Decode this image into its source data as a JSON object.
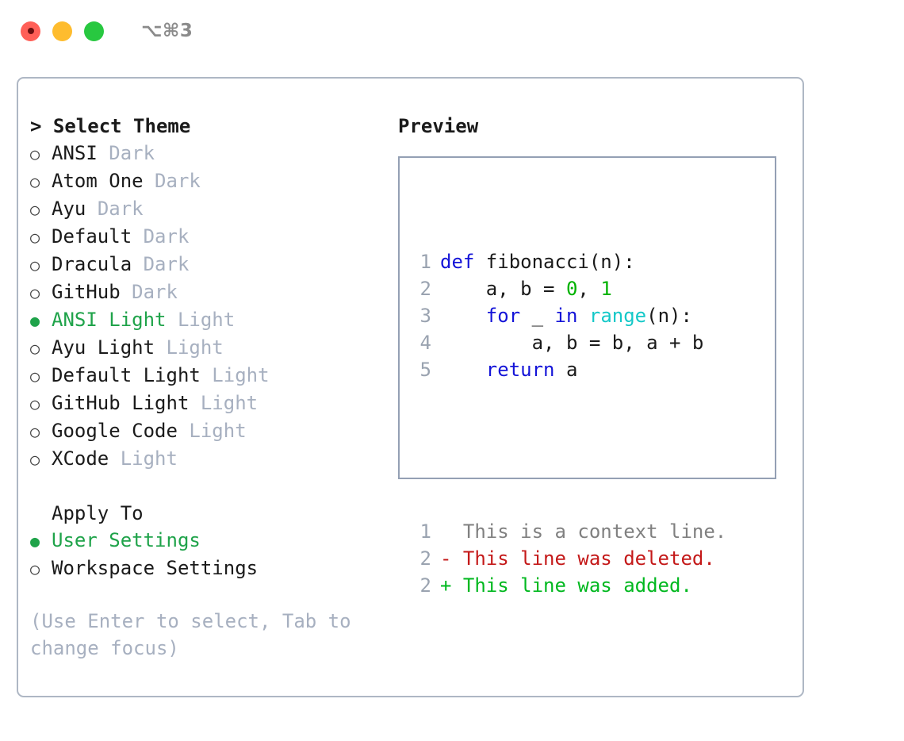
{
  "window": {
    "traffic_lights": [
      "close-red",
      "minimize-yellow",
      "maximize-green"
    ],
    "shortcut_label": "⌥⌘3"
  },
  "theme_picker": {
    "header": "> Select Theme",
    "items": [
      {
        "marker": "○",
        "label": "ANSI",
        "variant": "Dark",
        "selected": false
      },
      {
        "marker": "○",
        "label": "Atom One",
        "variant": "Dark",
        "selected": false
      },
      {
        "marker": "○",
        "label": "Ayu",
        "variant": "Dark",
        "selected": false
      },
      {
        "marker": "○",
        "label": "Default",
        "variant": "Dark",
        "selected": false
      },
      {
        "marker": "○",
        "label": "Dracula",
        "variant": "Dark",
        "selected": false
      },
      {
        "marker": "○",
        "label": "GitHub",
        "variant": "Dark",
        "selected": false
      },
      {
        "marker": "●",
        "label": "ANSI Light",
        "variant": "Light",
        "selected": true
      },
      {
        "marker": "○",
        "label": "Ayu Light",
        "variant": "Light",
        "selected": false
      },
      {
        "marker": "○",
        "label": "Default Light",
        "variant": "Light",
        "selected": false
      },
      {
        "marker": "○",
        "label": "GitHub Light",
        "variant": "Light",
        "selected": false
      },
      {
        "marker": "○",
        "label": "Google Code",
        "variant": "Light",
        "selected": false
      },
      {
        "marker": "○",
        "label": "XCode",
        "variant": "Light",
        "selected": false
      }
    ]
  },
  "apply_to": {
    "header": "Apply To",
    "items": [
      {
        "marker": "●",
        "label": "User Settings",
        "selected": true
      },
      {
        "marker": "○",
        "label": "Workspace Settings",
        "selected": false
      }
    ]
  },
  "hint": "(Use Enter to select, Tab to change focus)",
  "preview": {
    "title": "Preview",
    "code_lines": [
      {
        "num": "1",
        "tokens": [
          {
            "t": "def",
            "k": "kw"
          },
          {
            "t": " fibonacci(n):",
            "k": "plain"
          }
        ]
      },
      {
        "num": "2",
        "tokens": [
          {
            "t": "    a, b = ",
            "k": "plain"
          },
          {
            "t": "0",
            "k": "num"
          },
          {
            "t": ", ",
            "k": "plain"
          },
          {
            "t": "1",
            "k": "num"
          }
        ]
      },
      {
        "num": "3",
        "tokens": [
          {
            "t": "    ",
            "k": "plain"
          },
          {
            "t": "for",
            "k": "kw"
          },
          {
            "t": " _ ",
            "k": "plain"
          },
          {
            "t": "in",
            "k": "kw"
          },
          {
            "t": " ",
            "k": "plain"
          },
          {
            "t": "range",
            "k": "fn"
          },
          {
            "t": "(n):",
            "k": "plain"
          }
        ]
      },
      {
        "num": "4",
        "tokens": [
          {
            "t": "        a, b = b, a + b",
            "k": "plain"
          }
        ]
      },
      {
        "num": "5",
        "tokens": [
          {
            "t": "    ",
            "k": "plain"
          },
          {
            "t": "return",
            "k": "kw"
          },
          {
            "t": " a",
            "k": "plain"
          }
        ]
      }
    ],
    "diff_lines": [
      {
        "num": "1",
        "marker": "  ",
        "text": "This is a context line.",
        "kind": "context"
      },
      {
        "num": "2",
        "marker": "- ",
        "text": "This line was deleted.",
        "kind": "deleted"
      },
      {
        "num": "2",
        "marker": "+ ",
        "text": "This line was added.",
        "kind": "added"
      }
    ]
  },
  "colors": {
    "accent_green": "#1fa34a",
    "muted": "#a7b0c0",
    "border": "#aeb7c4",
    "preview_border": "#94a0b4",
    "keyword": "#1414d8",
    "function": "#14c8c8",
    "number": "#00b200",
    "diff_deleted": "#c41919",
    "diff_added": "#00b81f",
    "diff_context": "#808080",
    "line_number": "#9aa3b0"
  }
}
